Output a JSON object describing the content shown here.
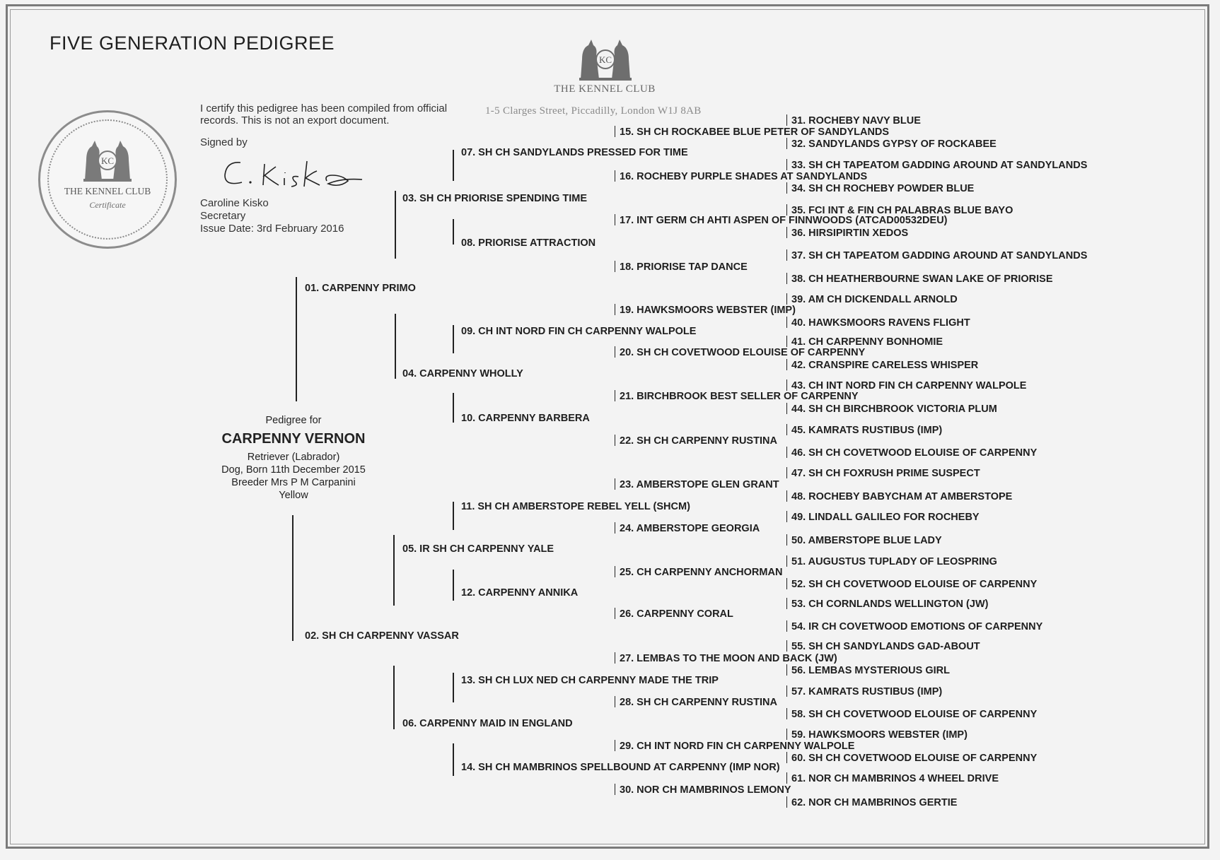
{
  "document": {
    "title": "FIVE GENERATION PEDIGREE",
    "certify_text": "I certify this pedigree has been compiled from official records. This is not an export document.",
    "signed_by": "Signed by",
    "signature_script": "C. Kisko",
    "signer_name": "Caroline Kisko",
    "signer_role": "Secretary",
    "issue_date": "Issue Date: 3rd February 2016"
  },
  "seal": {
    "name": "THE KENNEL CLUB",
    "subtitle": "Certificate",
    "monogram": "KC"
  },
  "club": {
    "name": "THE KENNEL CLUB",
    "address": "1-5 Clarges Street, Piccadilly, London W1J 8AB",
    "monogram": "KC"
  },
  "subject": {
    "label": "Pedigree for",
    "name": "CARPENNY VERNON",
    "breed": "Retriever (Labrador)",
    "sex_dob": "Dog, Born 11th December 2015",
    "breeder": "Breeder Mrs P M Carpanini",
    "colour": "Yellow"
  },
  "pedigree": {
    "gen1": [
      "01. CARPENNY PRIMO",
      "02. SH CH CARPENNY VASSAR"
    ],
    "gen2": [
      "03. SH CH PRIORISE SPENDING TIME",
      "04. CARPENNY WHOLLY",
      "05. IR SH CH CARPENNY YALE",
      "06. CARPENNY MAID IN ENGLAND"
    ],
    "gen3": [
      "07. SH CH SANDYLANDS PRESSED FOR TIME",
      "08. PRIORISE ATTRACTION",
      "09. CH INT NORD FIN CH CARPENNY WALPOLE",
      "10. CARPENNY BARBERA",
      "11. SH CH AMBERSTOPE REBEL YELL (SHCM)",
      "12. CARPENNY ANNIKA",
      "13. SH CH LUX NED CH CARPENNY MADE THE TRIP",
      "14. SH CH MAMBRINOS SPELLBOUND AT CARPENNY (IMP NOR)"
    ],
    "gen4": [
      "15. SH CH ROCKABEE BLUE PETER OF SANDYLANDS",
      "16. ROCHEBY PURPLE SHADES AT SANDYLANDS",
      "17. INT GERM CH AHTI ASPEN OF FINNWOODS (ATCAD00532DEU)",
      "18. PRIORISE TAP DANCE",
      "19. HAWKSMOORS WEBSTER (IMP)",
      "20. SH CH COVETWOOD ELOUISE OF CARPENNY",
      "21. BIRCHBROOK BEST SELLER OF CARPENNY",
      "22. SH CH CARPENNY RUSTINA",
      "23. AMBERSTOPE GLEN GRANT",
      "24. AMBERSTOPE GEORGIA",
      "25. CH CARPENNY ANCHORMAN",
      "26. CARPENNY CORAL",
      "27. LEMBAS TO THE MOON AND BACK (JW)",
      "28. SH CH CARPENNY RUSTINA",
      "29. CH INT NORD FIN CH CARPENNY WALPOLE",
      "30. NOR CH  MAMBRINOS LEMONY"
    ],
    "gen5": [
      "31. ROCHEBY NAVY BLUE",
      "32. SANDYLANDS GYPSY OF ROCKABEE",
      "33. SH CH TAPEATOM GADDING AROUND AT SANDYLANDS",
      "34. SH CH ROCHEBY POWDER BLUE",
      "35. FCI INT & FIN CH PALABRAS BLUE BAYO",
      "36. HIRSIPIRTIN XEDOS",
      "37. SH CH TAPEATOM GADDING AROUND AT SANDYLANDS",
      "38. CH HEATHERBOURNE SWAN LAKE OF PRIORISE",
      "39. AM CH DICKENDALL ARNOLD",
      "40. HAWKSMOORS RAVENS FLIGHT",
      "41. CH CARPENNY BONHOMIE",
      "42. CRANSPIRE CARELESS WHISPER",
      "43. CH INT NORD FIN CH CARPENNY WALPOLE",
      "44. SH CH BIRCHBROOK VICTORIA PLUM",
      "45. KAMRATS RUSTIBUS (IMP)",
      "46. SH CH COVETWOOD ELOUISE OF CARPENNY",
      "47. SH CH FOXRUSH PRIME SUSPECT",
      "48. ROCHEBY BABYCHAM AT AMBERSTOPE",
      "49. LINDALL GALILEO FOR ROCHEBY",
      "50. AMBERSTOPE BLUE LADY",
      "51. AUGUSTUS TUPLADY OF LEOSPRING",
      "52. SH CH COVETWOOD ELOUISE OF CARPENNY",
      "53. CH CORNLANDS WELLINGTON (JW)",
      "54. IR CH COVETWOOD EMOTIONS OF CARPENNY",
      "55. SH CH SANDYLANDS GAD-ABOUT",
      "56. LEMBAS MYSTERIOUS GIRL",
      "57. KAMRATS RUSTIBUS (IMP)",
      "58. SH CH COVETWOOD ELOUISE OF CARPENNY",
      "59. HAWKSMOORS WEBSTER (IMP)",
      "60. SH CH COVETWOOD ELOUISE OF CARPENNY",
      "61. NOR CH  MAMBRINOS 4 WHEEL DRIVE",
      "62. NOR CH  MAMBRINOS GERTIE"
    ]
  }
}
